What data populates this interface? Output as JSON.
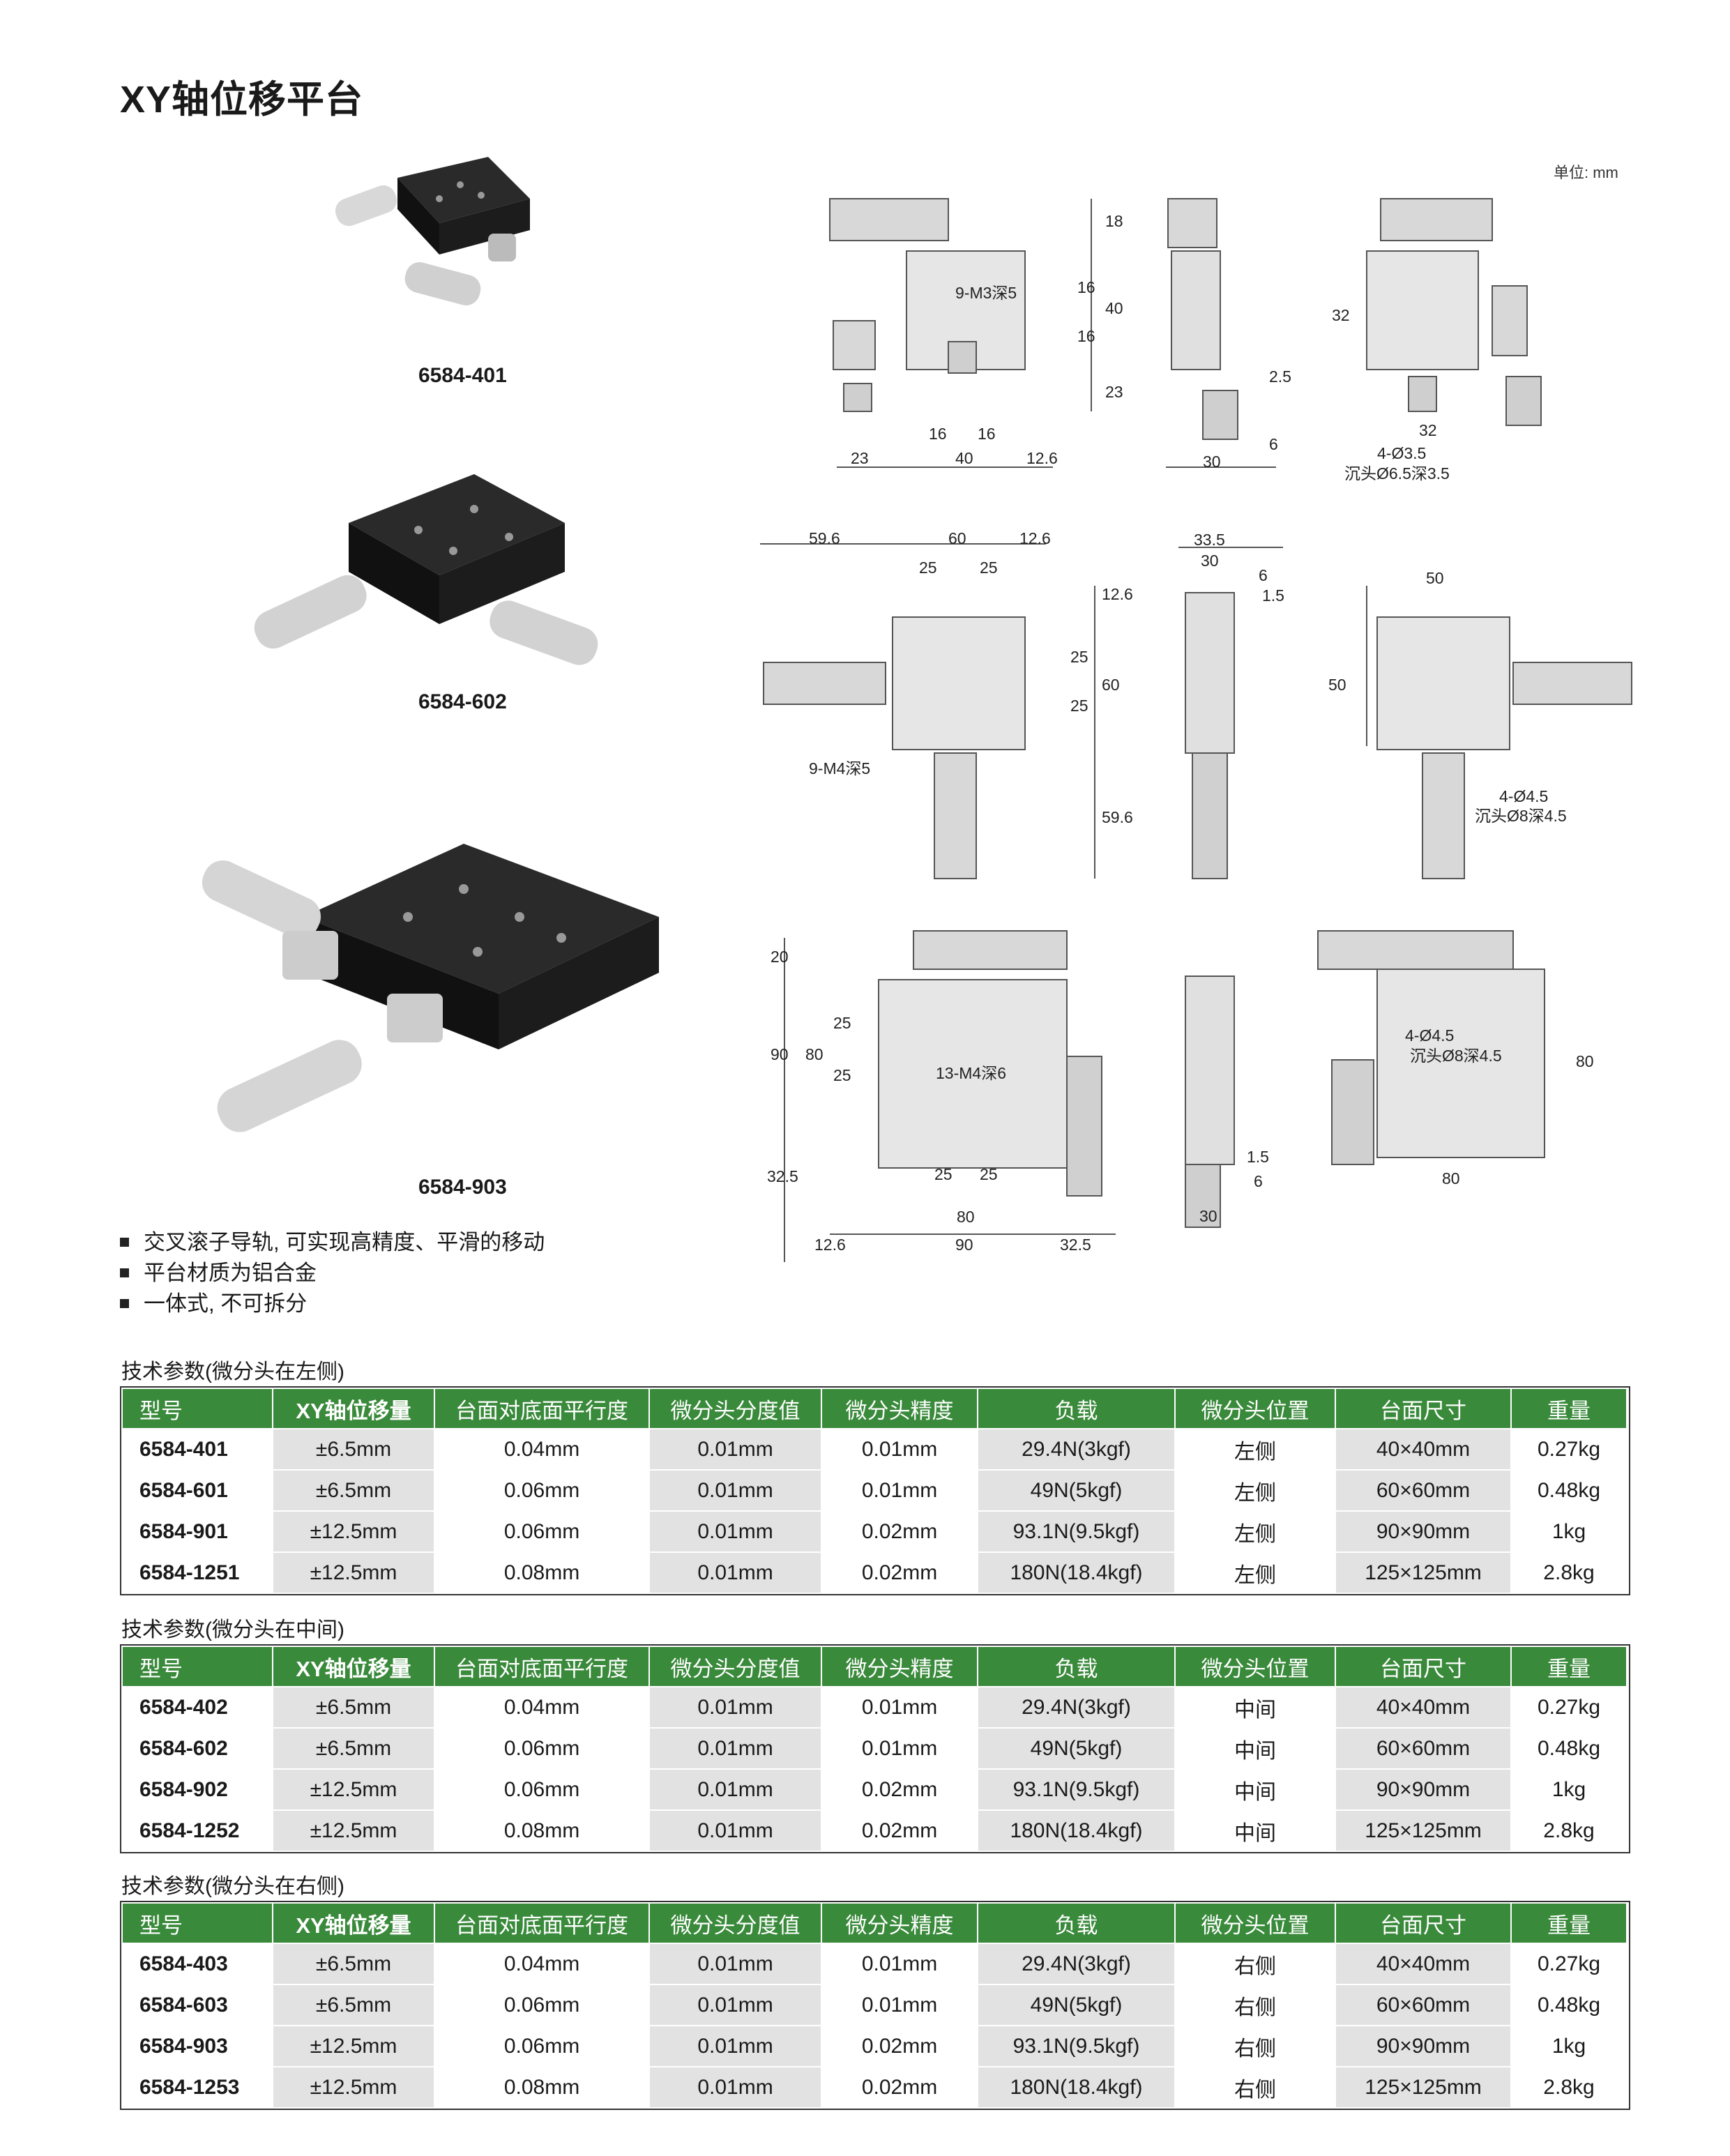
{
  "title": "XY轴位移平台",
  "unit": "单位: mm",
  "products": [
    {
      "label": "6584-401"
    },
    {
      "label": "6584-602"
    },
    {
      "label": "6584-903"
    }
  ],
  "features": [
    "交叉滚子导轨, 可实现高精度、平滑的移动",
    "平台材质为铝合金",
    "一体式, 不可拆分"
  ],
  "drawings": {
    "row1": {
      "front": {
        "hole_note": "9-M3深5",
        "d_18": "18",
        "d_16a": "16",
        "d_40v": "40",
        "d_16b": "16",
        "d_23v": "23",
        "d_16c": "16",
        "d_16d": "16",
        "d_23h": "23",
        "d_40h": "40",
        "d_12_6": "12.6"
      },
      "side": {
        "d_2_5": "2.5",
        "d_6": "6",
        "d_30": "30"
      },
      "back": {
        "d_32v": "32",
        "d_32h": "32",
        "hole_a": "4-Ø3.5",
        "hole_b": "沉头Ø6.5深3.5"
      }
    },
    "row2": {
      "front": {
        "d_59_6a": "59.6",
        "d_60": "60",
        "d_12_6": "12.6",
        "d_25a": "25",
        "d_25b": "25",
        "d_12_6v": "12.6",
        "d_25c": "25",
        "d_60v": "60",
        "d_25d": "25",
        "d_59_6v": "59.6",
        "hole_note": "9-M4深5"
      },
      "side": {
        "d_33_5": "33.5",
        "d_30": "30",
        "d_6": "6",
        "d_1_5": "1.5"
      },
      "back": {
        "d_50h": "50",
        "d_50v": "50",
        "hole_a": "4-Ø4.5",
        "hole_b": "沉头Ø8深4.5"
      }
    },
    "row3": {
      "front": {
        "d_20": "20",
        "d_90v": "90",
        "d_80v": "80",
        "d_25a": "25",
        "d_25b": "25",
        "d_32_5v": "32.5",
        "hole_note": "13-M4深6",
        "d_25c": "25",
        "d_25d": "25",
        "d_80h": "80",
        "d_12_6": "12.6",
        "d_90h": "90",
        "d_32_5h": "32.5"
      },
      "side": {
        "d_1_5": "1.5",
        "d_6": "6",
        "d_30": "30"
      },
      "back": {
        "hole_a": "4-Ø4.5",
        "hole_b": "沉头Ø8深4.5",
        "d_80v": "80",
        "d_80h": "80"
      }
    }
  },
  "headers": [
    "型号",
    "XY轴位移量",
    "台面对底面平行度",
    "微分头分度值",
    "微分头精度",
    "负载",
    "微分头位置",
    "台面尺寸",
    "重量"
  ],
  "tables": [
    {
      "caption": "技术参数(微分头在左侧)",
      "rows": [
        [
          "6584-401",
          "±6.5mm",
          "0.04mm",
          "0.01mm",
          "0.01mm",
          "29.4N(3kgf)",
          "左侧",
          "40×40mm",
          "0.27kg"
        ],
        [
          "6584-601",
          "±6.5mm",
          "0.06mm",
          "0.01mm",
          "0.01mm",
          "49N(5kgf)",
          "左侧",
          "60×60mm",
          "0.48kg"
        ],
        [
          "6584-901",
          "±12.5mm",
          "0.06mm",
          "0.01mm",
          "0.02mm",
          "93.1N(9.5kgf)",
          "左侧",
          "90×90mm",
          "1kg"
        ],
        [
          "6584-1251",
          "±12.5mm",
          "0.08mm",
          "0.01mm",
          "0.02mm",
          "180N(18.4kgf)",
          "左侧",
          "125×125mm",
          "2.8kg"
        ]
      ]
    },
    {
      "caption": "技术参数(微分头在中间)",
      "rows": [
        [
          "6584-402",
          "±6.5mm",
          "0.04mm",
          "0.01mm",
          "0.01mm",
          "29.4N(3kgf)",
          "中间",
          "40×40mm",
          "0.27kg"
        ],
        [
          "6584-602",
          "±6.5mm",
          "0.06mm",
          "0.01mm",
          "0.01mm",
          "49N(5kgf)",
          "中间",
          "60×60mm",
          "0.48kg"
        ],
        [
          "6584-902",
          "±12.5mm",
          "0.06mm",
          "0.01mm",
          "0.02mm",
          "93.1N(9.5kgf)",
          "中间",
          "90×90mm",
          "1kg"
        ],
        [
          "6584-1252",
          "±12.5mm",
          "0.08mm",
          "0.01mm",
          "0.02mm",
          "180N(18.4kgf)",
          "中间",
          "125×125mm",
          "2.8kg"
        ]
      ]
    },
    {
      "caption": "技术参数(微分头在右侧)",
      "rows": [
        [
          "6584-403",
          "±6.5mm",
          "0.04mm",
          "0.01mm",
          "0.01mm",
          "29.4N(3kgf)",
          "右侧",
          "40×40mm",
          "0.27kg"
        ],
        [
          "6584-603",
          "±6.5mm",
          "0.06mm",
          "0.01mm",
          "0.01mm",
          "49N(5kgf)",
          "右侧",
          "60×60mm",
          "0.48kg"
        ],
        [
          "6584-903",
          "±12.5mm",
          "0.06mm",
          "0.01mm",
          "0.02mm",
          "93.1N(9.5kgf)",
          "右侧",
          "90×90mm",
          "1kg"
        ],
        [
          "6584-1253",
          "±12.5mm",
          "0.08mm",
          "0.01mm",
          "0.02mm",
          "180N(18.4kgf)",
          "右侧",
          "125×125mm",
          "2.8kg"
        ]
      ]
    }
  ]
}
